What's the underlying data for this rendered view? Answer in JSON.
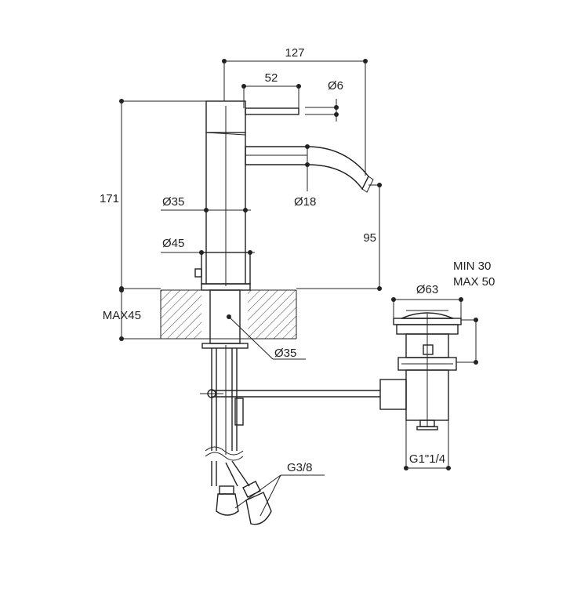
{
  "dimensions": {
    "total_reach": "127",
    "lever_length": "52",
    "lever_diameter": "Ø6",
    "total_height": "171",
    "body_diameter": "Ø35",
    "base_diameter": "Ø45",
    "spout_diameter": "Ø18",
    "spout_height": "95",
    "max_deck_thickness": "MAX45",
    "shank_diameter": "Ø35",
    "hose_thread": "G3/8",
    "waste_range_min": "MIN 30",
    "waste_range_max": "MAX 50",
    "waste_diameter": "Ø63",
    "waste_thread": "G1\"1/4"
  },
  "colors": {
    "line": "#222222",
    "background": "#ffffff"
  }
}
